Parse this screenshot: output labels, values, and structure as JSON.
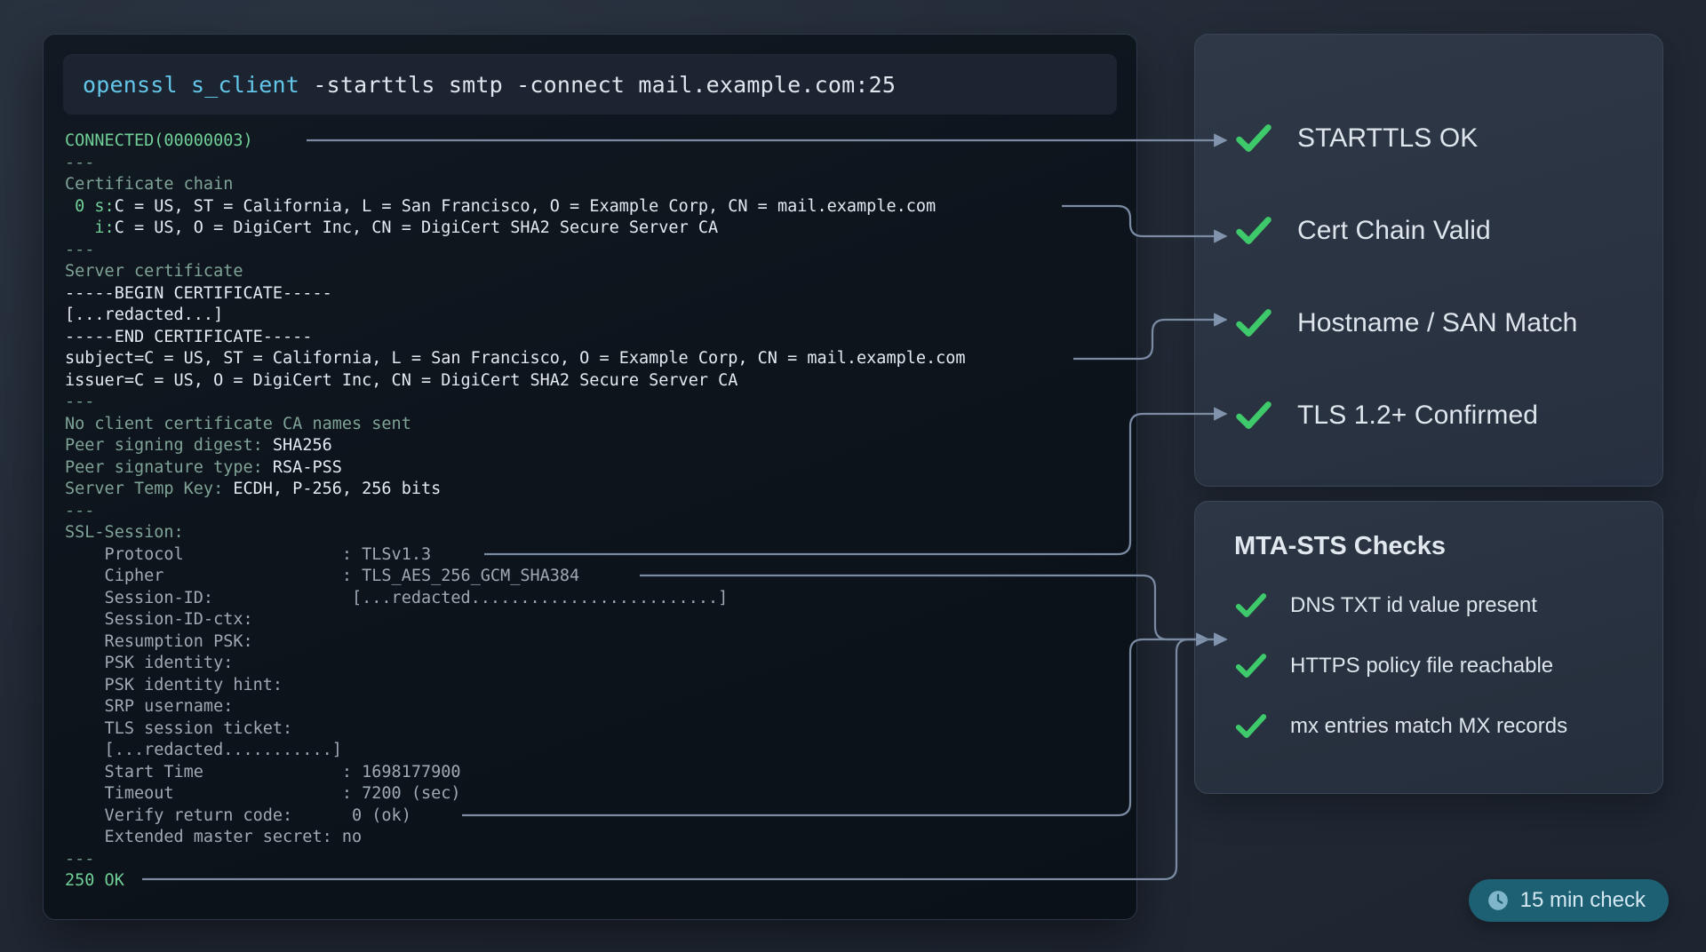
{
  "colors": {
    "page_bg": "#252d3a",
    "terminal_bg": "#0d141c",
    "panel_bg": "#2a3341",
    "check_green": "#3ec96a",
    "accent_cyan": "#63c6e8",
    "badge_bg": "#1e6073",
    "connector": "#7a8ba3"
  },
  "terminal": {
    "command": {
      "program": "openssl",
      "subcommand": "s_client",
      "args": "-starttls smtp -connect mail.example.com:25",
      "full": "openssl s_client -starttls smtp -connect mail.example.com:25"
    },
    "output_lines": [
      {
        "text": "CONNECTED(00000003)",
        "style": "green"
      },
      {
        "text": "---",
        "style": "dash"
      },
      {
        "text": "Certificate chain",
        "style": "label"
      },
      {
        "text": " 0 s:C = US, ST = California, L = San Francisco, O = Example Corp, CN = mail.example.com",
        "style": "mixed-s"
      },
      {
        "text": "   i:C = US, O = DigiCert Inc, CN = DigiCert SHA2 Secure Server CA",
        "style": "mixed-i"
      },
      {
        "text": "---",
        "style": "dash"
      },
      {
        "text": "Server certificate",
        "style": "label"
      },
      {
        "text": "-----BEGIN CERTIFICATE-----",
        "style": "white"
      },
      {
        "text": "[...redacted...]",
        "style": "white"
      },
      {
        "text": "-----END CERTIFICATE-----",
        "style": "white"
      },
      {
        "text": "subject=C = US, ST = California, L = San Francisco, O = Example Corp, CN = mail.example.com",
        "style": "white"
      },
      {
        "text": "issuer=C = US, O = DigiCert Inc, CN = DigiCert SHA2 Secure Server CA",
        "style": "white"
      },
      {
        "text": "---",
        "style": "dash"
      },
      {
        "text": "No client certificate CA names sent",
        "style": "label"
      },
      {
        "text": "Peer signing digest: SHA256",
        "style": "kv"
      },
      {
        "text": "Peer signature type: RSA-PSS",
        "style": "kv"
      },
      {
        "text": "Server Temp Key: ECDH, P-256, 256 bits",
        "style": "kv"
      },
      {
        "text": "---",
        "style": "dash"
      },
      {
        "text": "SSL-Session:",
        "style": "label"
      },
      {
        "text": "    Protocol                : TLSv1.3",
        "style": "dim"
      },
      {
        "text": "    Cipher                  : TLS_AES_256_GCM_SHA384",
        "style": "dim"
      },
      {
        "text": "    Session-ID:              [...redacted.........................]",
        "style": "dim"
      },
      {
        "text": "    Session-ID-ctx:",
        "style": "dim"
      },
      {
        "text": "    Resumption PSK:",
        "style": "dim"
      },
      {
        "text": "    PSK identity:",
        "style": "dim"
      },
      {
        "text": "    PSK identity hint:",
        "style": "dim"
      },
      {
        "text": "    SRP username:",
        "style": "dim"
      },
      {
        "text": "    TLS session ticket:",
        "style": "dim"
      },
      {
        "text": "    [...redacted...........]",
        "style": "dim"
      },
      {
        "text": "    Start Time              : 1698177900",
        "style": "dim"
      },
      {
        "text": "    Timeout                 : 7200 (sec)",
        "style": "dim"
      },
      {
        "text": "    Verify return code:      0 (ok)",
        "style": "dim"
      },
      {
        "text": "    Extended master secret: no",
        "style": "dim"
      },
      {
        "text": "---",
        "style": "dash"
      },
      {
        "text": "250 OK",
        "style": "green"
      }
    ]
  },
  "results": {
    "items": [
      {
        "label": "STARTTLS OK"
      },
      {
        "label": "Cert Chain Valid"
      },
      {
        "label": "Hostname / SAN Match"
      },
      {
        "label": "TLS 1.2+ Confirmed"
      }
    ]
  },
  "mta_sts": {
    "title": "MTA-STS Checks",
    "items": [
      {
        "label": "DNS TXT id value present"
      },
      {
        "label": "HTTPS policy file reachable"
      },
      {
        "label": "mx entries match MX records"
      }
    ]
  },
  "badge": {
    "icon": "clock-icon",
    "label": "15 min check"
  }
}
